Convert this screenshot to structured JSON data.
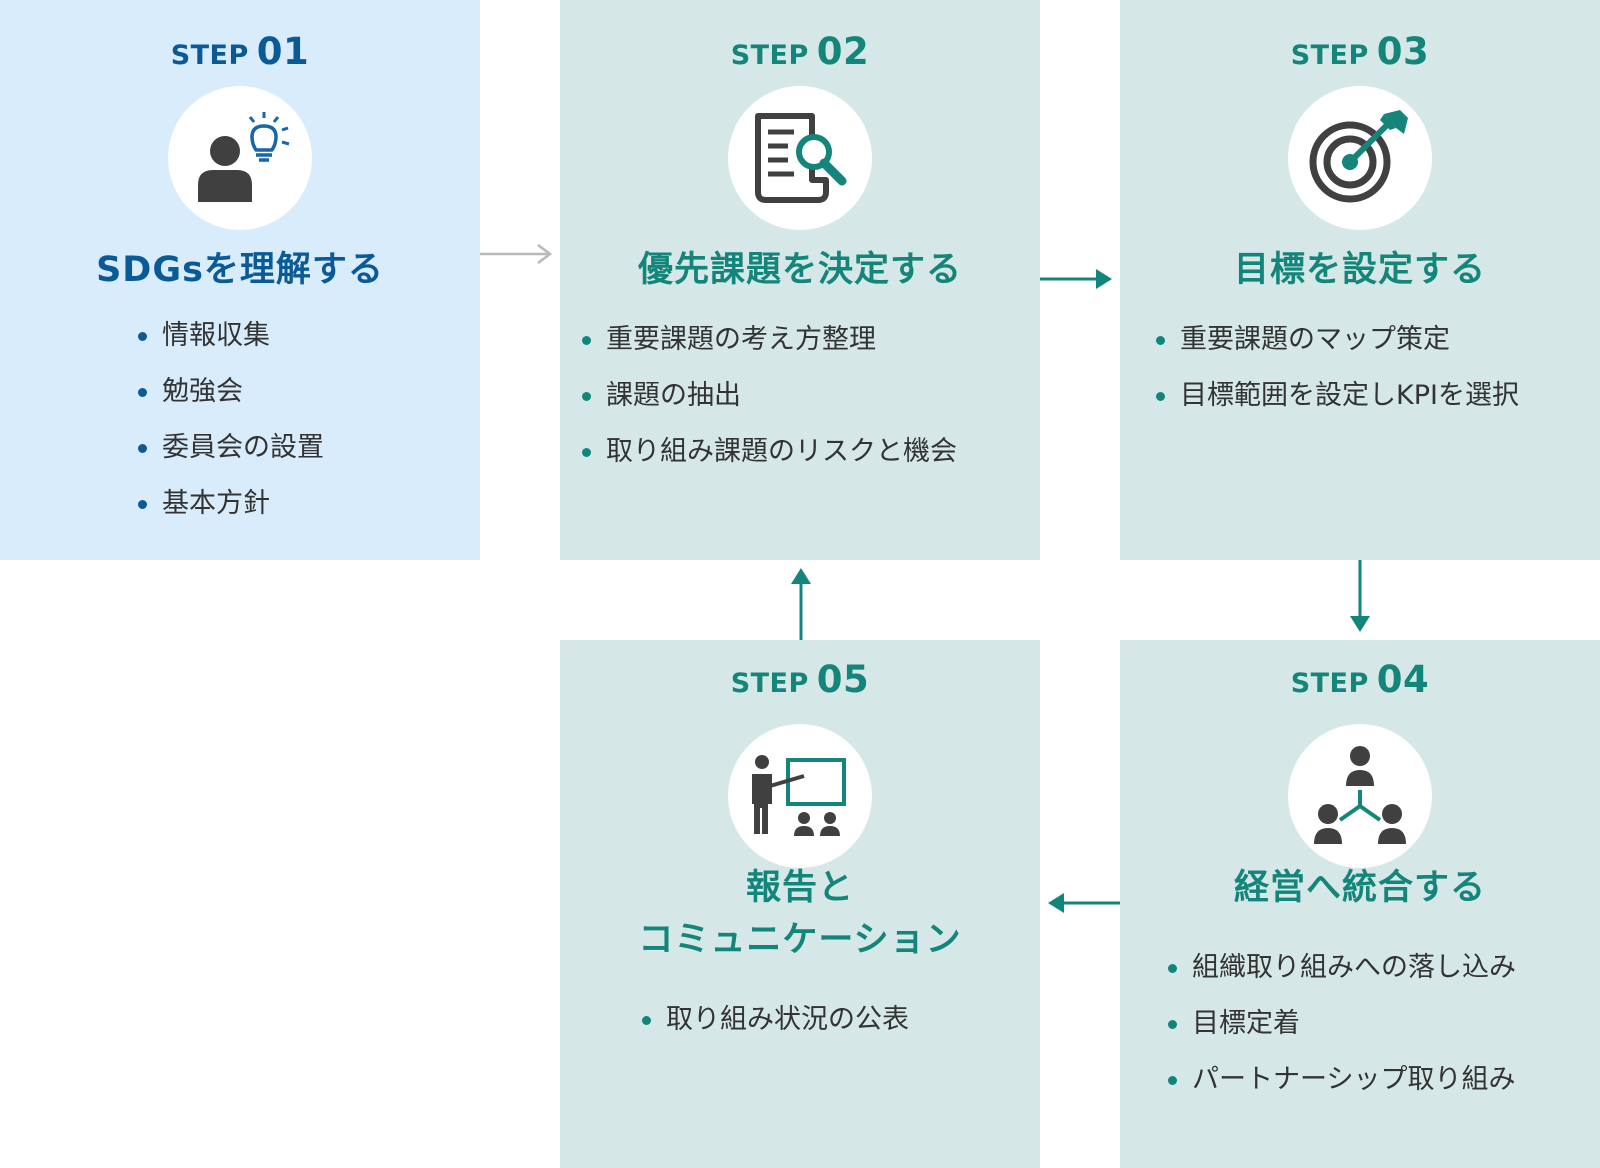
{
  "colors": {
    "blue_accent": "#0b5a98",
    "teal_accent": "#14857a",
    "blue_card": "#d9ecfc",
    "teal_card": "#d5e8e7",
    "icon_dark": "#404040",
    "gray_arrow": "#b8b8b8"
  },
  "steps": [
    {
      "step_word": "STEP",
      "step_num": "01",
      "icon": "person-lightbulb-icon",
      "title": "SDGsを理解する",
      "bullets": [
        "情報収集",
        "勉強会",
        "委員会の設置",
        "基本方針"
      ]
    },
    {
      "step_word": "STEP",
      "step_num": "02",
      "icon": "document-magnifier-icon",
      "title": "優先課題を決定する",
      "bullets": [
        "重要課題の考え方整理",
        "課題の抽出",
        "取り組み課題のリスクと機会"
      ]
    },
    {
      "step_word": "STEP",
      "step_num": "03",
      "icon": "target-arrow-icon",
      "title": "目標を設定する",
      "bullets": [
        "重要課題のマップ策定",
        "目標範囲を設定しKPIを選択"
      ]
    },
    {
      "step_word": "STEP",
      "step_num": "04",
      "icon": "people-network-icon",
      "title": "経営へ統合する",
      "bullets": [
        "組織取り組みへの落し込み",
        "目標定着",
        "パートナーシップ取り組み"
      ]
    },
    {
      "step_word": "STEP",
      "step_num": "05",
      "icon": "presenter-board-icon",
      "title_line1": "報告と",
      "title_line2": "コミュニケーション",
      "bullets": [
        "取り組み状況の公表"
      ]
    }
  ],
  "arrows": [
    {
      "from": "01",
      "to": "02",
      "direction": "right",
      "color": "gray"
    },
    {
      "from": "02",
      "to": "03",
      "direction": "right",
      "color": "teal"
    },
    {
      "from": "03",
      "to": "04",
      "direction": "down",
      "color": "teal"
    },
    {
      "from": "04",
      "to": "05",
      "direction": "left",
      "color": "teal"
    },
    {
      "from": "05",
      "to": "02",
      "direction": "up",
      "color": "teal"
    }
  ]
}
